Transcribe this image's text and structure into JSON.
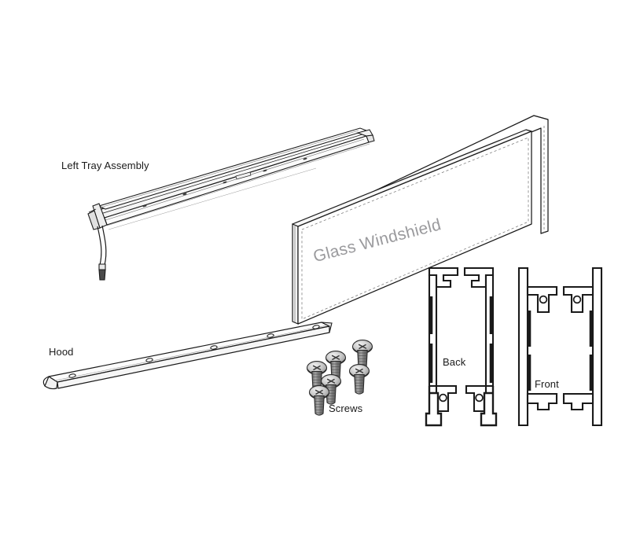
{
  "diagram": {
    "type": "exploded-parts-assembly",
    "background_color": "#ffffff",
    "line_color": "#1a1a1a",
    "label_color": "#1a1a1a",
    "watermark_color": "#9a9a9d",
    "labels": {
      "left_tray_assembly": "Left Tray Assembly",
      "glass_windshield": "Glass Windshield",
      "hood": "Hood",
      "screws": "Screws",
      "back": "Back",
      "front": "Front"
    },
    "parts": [
      {
        "name": "left-tray-assembly",
        "label": "Left Tray Assembly",
        "description": "long angled extruded tray bar with wire lead and connector at lower left end",
        "hole_count": 5
      },
      {
        "name": "glass-windshield",
        "label": "Glass Windshield",
        "description": "large tilted rectangular glass panel with visible thickness and dashed inner outline"
      },
      {
        "name": "hood",
        "label": "Hood",
        "description": "long tapered sheet-metal strip with mounting holes",
        "hole_count": 5
      },
      {
        "name": "screws",
        "label": "Screws",
        "description": "cluster of pan-head Phillips screws",
        "count": 6
      },
      {
        "name": "back-bracket",
        "label": "Back",
        "description": "mirrored pair of vertical extrusion profiles with square feet at bottom"
      },
      {
        "name": "front-bracket",
        "label": "Front",
        "description": "mirrored pair of vertical extrusion profiles with stepped notches at bottom"
      }
    ]
  }
}
